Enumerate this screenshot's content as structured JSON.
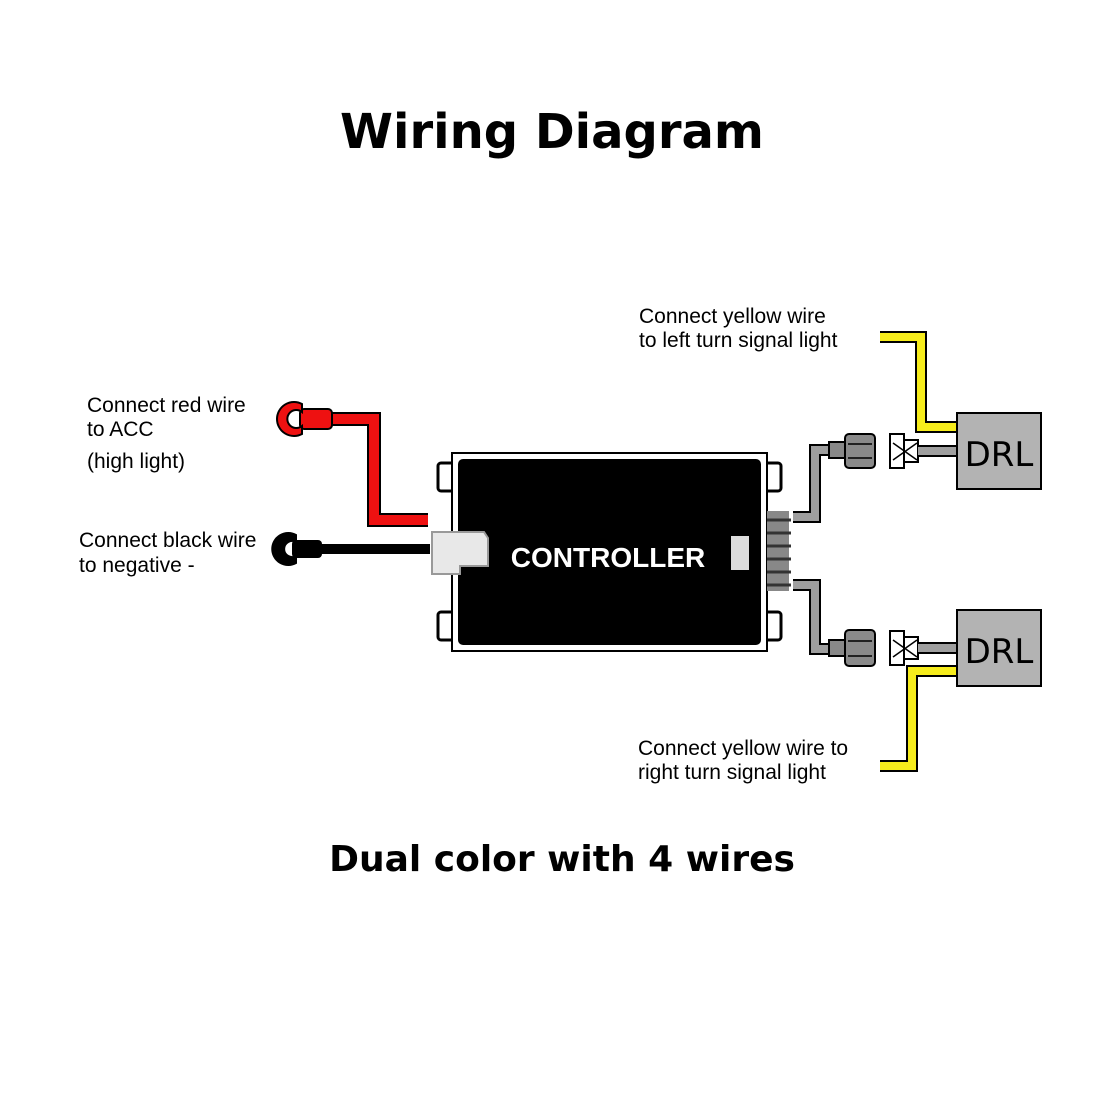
{
  "title": "Wiring Diagram",
  "subtitle": "Dual color with 4 wires",
  "controller": {
    "label": "CONTROLLER"
  },
  "drl_units": [
    {
      "label": "DRL"
    },
    {
      "label": "DRL"
    }
  ],
  "annotations": {
    "red_wire": {
      "line1": "Connect red wire",
      "line2": "to ACC",
      "line3": "(high light)"
    },
    "black_wire": {
      "line1": "Connect black wire",
      "line2": "to negative -"
    },
    "yellow_left": {
      "line1": "Connect yellow wire",
      "line2": "to left turn signal light"
    },
    "yellow_right": {
      "line1": "Connect yellow wire to",
      "line2": "right turn signal light"
    }
  },
  "wire_colors": {
    "red": "#ee1111",
    "black": "#000000",
    "yellow": "#f6ec1c",
    "grey": "#9e9e9e"
  }
}
